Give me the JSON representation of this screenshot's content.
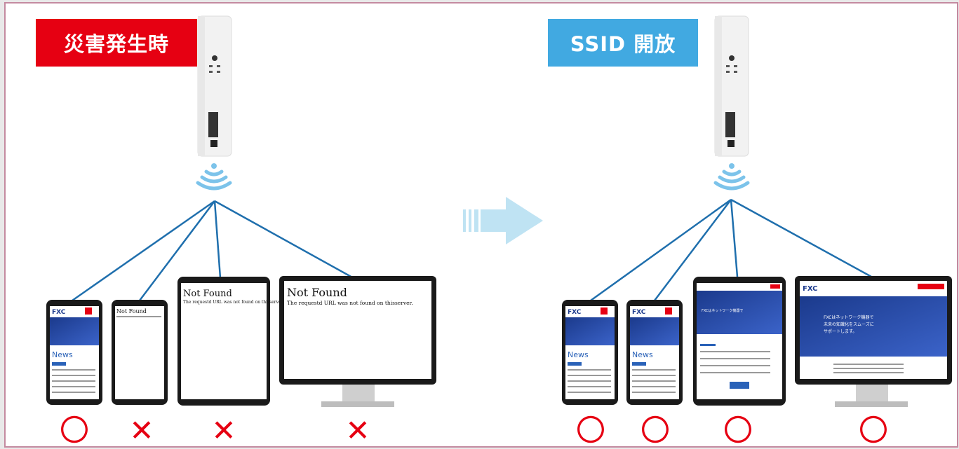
{
  "labels": {
    "disaster": "災害発生時",
    "ssid_open": "SSID 開放"
  },
  "device_text": {
    "brand": "FXC",
    "news": "News",
    "not_found_title": "Not  Found",
    "not_found_body": "The requestd URL was not found on thisserver.",
    "hero_text_1": "FXCはネットワーク機器で",
    "hero_text_2": "未来の知識化をスムーズに",
    "hero_text_3": "サポートします。"
  },
  "results_left": [
    "〇",
    "✕",
    "✕",
    "✕"
  ],
  "results_right": [
    "〇",
    "〇",
    "〇",
    "〇"
  ],
  "colors": {
    "red": "#e60012",
    "blue_label": "#41a9e1",
    "line": "#1f6fad",
    "wifi": "#7cc3ea",
    "arrow": "#bfe3f3",
    "mark_red": "#e60012"
  }
}
